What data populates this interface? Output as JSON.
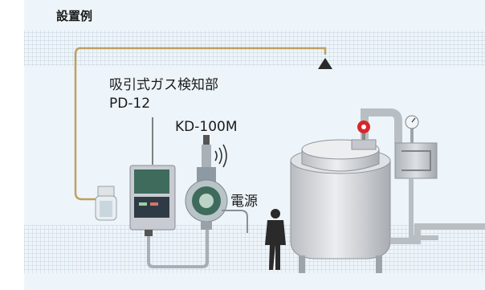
{
  "diagram": {
    "title": "設置例",
    "detector_name": "吸引式ガス検知部",
    "detector_model": "PD-12",
    "indicator_model": "KD-100M",
    "power_label": "電源"
  },
  "colors": {
    "background": "#eef5fa",
    "grid_line": "#b8c8d4",
    "tube": "#c0a060",
    "equipment_gray": "#c8ccd2",
    "panel_green": "#3f6b5c",
    "valve_red": "#d9262a"
  }
}
